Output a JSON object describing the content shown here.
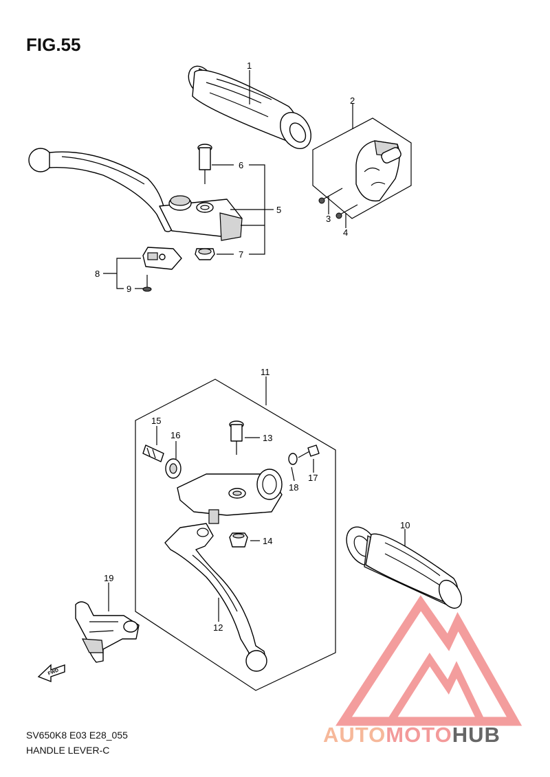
{
  "figure": {
    "title": "FIG.55",
    "model_code": "SV650K8 E03 E28_055",
    "caption": "HANDLE LEVER-C"
  },
  "watermark": {
    "brand_part1": "AUTO",
    "brand_part2": "MOTO",
    "brand_part3": "HUB",
    "color_part1": "#f6b89a",
    "color_part2": "#f39a9a",
    "color_part3": "#666666",
    "logo_color": "#f28c8c"
  },
  "callouts": [
    "1",
    "2",
    "3",
    "4",
    "5",
    "6",
    "7",
    "8",
    "9",
    "10",
    "11",
    "12",
    "13",
    "14",
    "15",
    "16",
    "17",
    "18",
    "19"
  ],
  "icons": {
    "fwd_arrow": "FWD"
  }
}
